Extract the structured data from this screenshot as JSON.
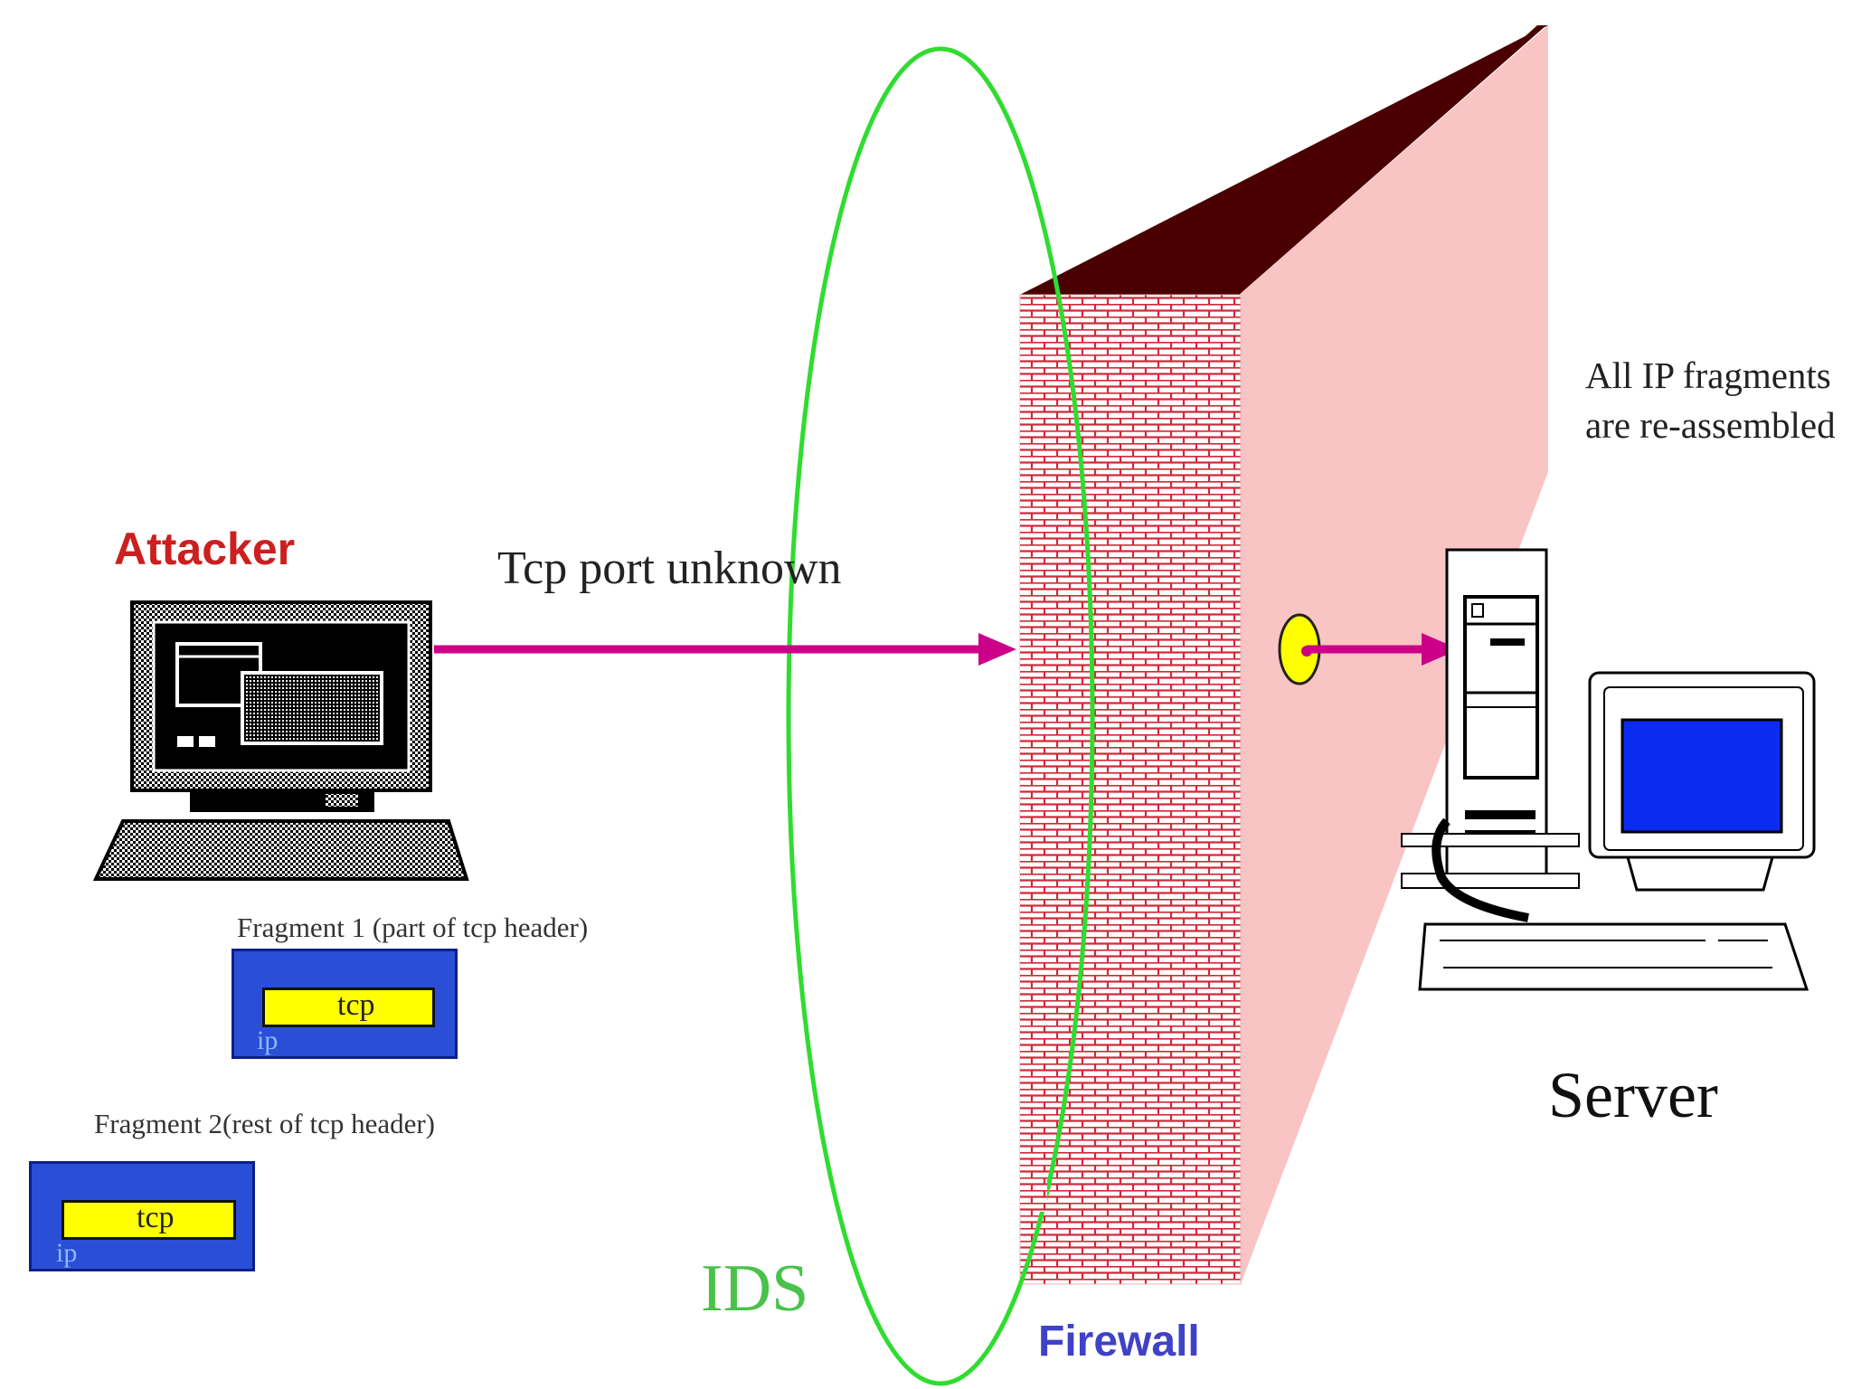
{
  "labels": {
    "attacker": "Attacker",
    "tcp_port": "Tcp port unknown",
    "ids": "IDS",
    "firewall": "Firewall",
    "server": "Server",
    "reassembled": "All IP fragments are re-assembled",
    "fragment1": "Fragment 1 (part of tcp header)",
    "fragment2": "Fragment 2(rest of  tcp header)"
  },
  "packets": [
    {
      "tcp": "tcp",
      "ip": "ip"
    },
    {
      "tcp": "tcp",
      "ip": "ip"
    }
  ],
  "colors": {
    "attacker_label": "#cc1f1f",
    "ids_ring": "#2fdc2f",
    "firewall_label": "#3f42c7",
    "arrow": "#cc0088",
    "brick": "#d02a3a",
    "wall_top": "#4a0000",
    "wall_side": "#f9c4c4",
    "packet_blue": "#2a4fd6",
    "tcp_yellow": "#ffff00",
    "screen_blue": "#0a2cf0"
  },
  "icons": [
    "attacker-computer-icon",
    "server-computer-icon",
    "firewall-wall-icon",
    "ids-ring-icon"
  ]
}
